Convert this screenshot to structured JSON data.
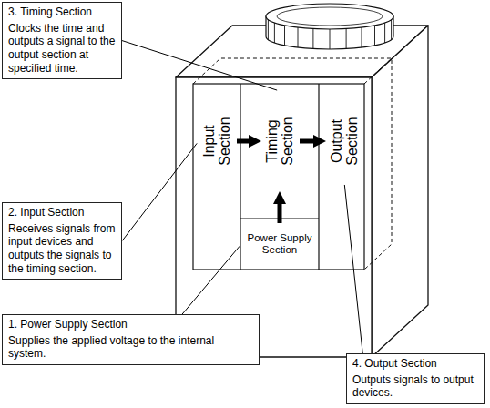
{
  "diagram": {
    "nodes": [
      {
        "text": [
          "3. Timing Section",
          "Clocks the time and outputs a signal to the output section at specified time."
        ]
      },
      {
        "text": [
          "Input Section"
        ]
      },
      {
        "text": [
          "Timing Section"
        ]
      },
      {
        "text": [
          "Output Section"
        ]
      },
      {
        "text": [
          "2. Input Section",
          "Receives signals from input devices and outputs the signals to the timing section."
        ]
      },
      {
        "text": [
          "Power Supply Section"
        ]
      },
      {
        "text": [
          "1. Power Supply Section",
          "Supplies the applied voltage to the internal system."
        ]
      },
      {
        "text": [
          "4. Output Section",
          "Outputs signals to output devices."
        ]
      }
    ],
    "edges": [
      {
        "from": 1,
        "to": 2,
        "arrow": "to"
      },
      {
        "from": 2,
        "to": 3,
        "arrow": "to"
      },
      {
        "from": 5,
        "to": 2,
        "arrow": "to"
      },
      {
        "from": 0,
        "to": 2,
        "arrow": "none"
      },
      {
        "from": 4,
        "to": 1,
        "arrow": "none"
      },
      {
        "from": 6,
        "to": 5,
        "arrow": "none"
      },
      {
        "from": 7,
        "to": 3,
        "arrow": "none"
      }
    ]
  }
}
